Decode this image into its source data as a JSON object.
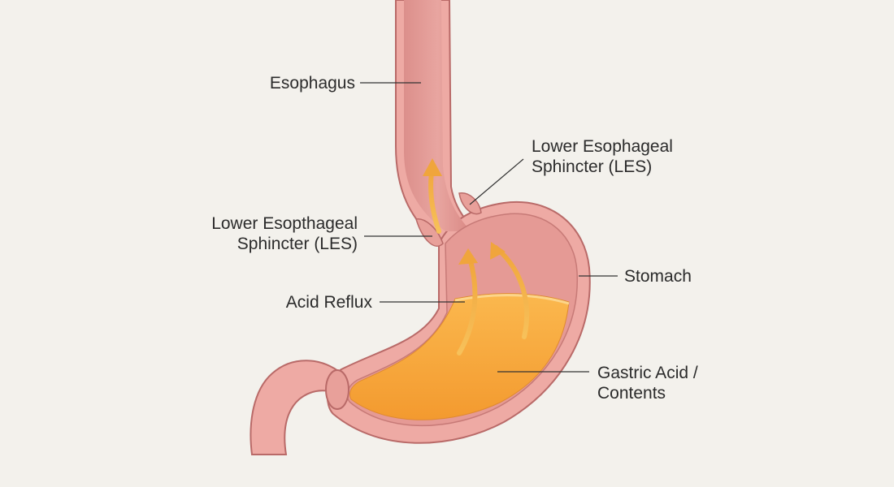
{
  "labels": {
    "esophagus": "Esophagus",
    "les_right": {
      "line1": "Lower Esophageal",
      "line2": "Sphincter (LES)"
    },
    "les_left": {
      "line1": "Lower Esopthageal",
      "line2": "Sphincter (LES)"
    },
    "stomach": "Stomach",
    "acid_reflux": "Acid Reflux",
    "gastric_acid": {
      "line1": "Gastric Acid /",
      "line2": "Contents"
    }
  },
  "colors": {
    "background": "#f3f1ec",
    "tissue_outer": "#eeaaa4",
    "tissue_inner": "#d98a87",
    "lumen": "#e8a09a",
    "outline": "#b96a68",
    "acid": "#f5a53c",
    "acid_light": "#fbc46a",
    "arrow": "#f2b248",
    "leader_line": "#333333"
  }
}
